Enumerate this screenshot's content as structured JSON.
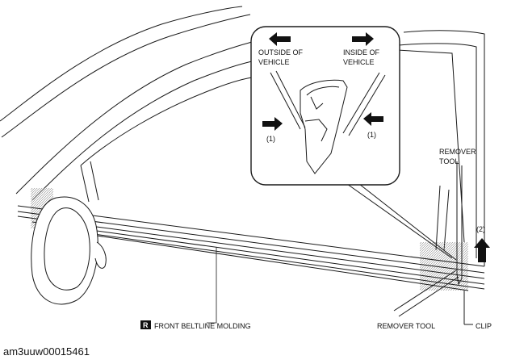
{
  "labels": {
    "outside_of_vehicle_line1": "OUTSIDE OF",
    "outside_of_vehicle_line2": "VEHICLE",
    "inside_of_vehicle_line1": "INSIDE OF",
    "inside_of_vehicle_line2": "VEHICLE",
    "step1_left": "(1)",
    "step1_right": "(1)",
    "step2": "(2)",
    "remover_tool_top_line1": "REMOVER",
    "remover_tool_top_line2": "TOOL",
    "remover_tool_bottom": "REMOVER TOOL",
    "clip": "CLIP",
    "front_beltline_molding_badge": "R",
    "front_beltline_molding": "FRONT BELTLINE MOLDING"
  },
  "reference_code": "am3uuw00015461",
  "colors": {
    "line": "#1a1a1a",
    "hatch": "#cfcfcf",
    "arrow_fill": "#111111",
    "background": "#ffffff"
  }
}
